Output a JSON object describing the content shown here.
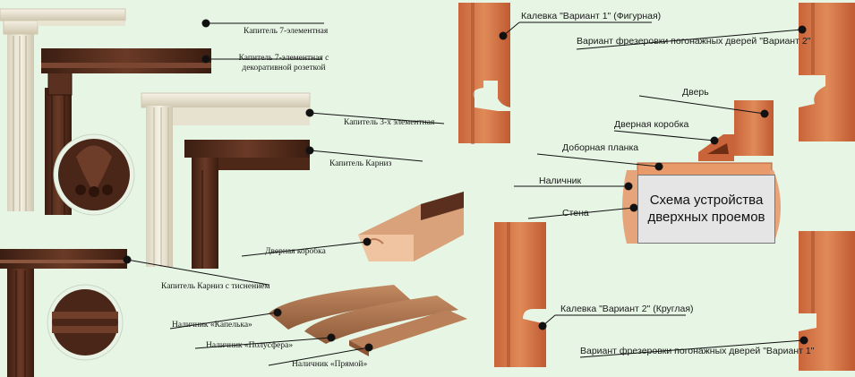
{
  "left_panel": {
    "labels": {
      "capital_7": "Капитель 7-элементная",
      "capital_7_rosette": "Капитель 7-элементная с декоративной розеткой",
      "capital_3": "Капитель 3-х элементная",
      "capital_cornice": "Капитель Карниз",
      "door_frame": "Дверная коробка",
      "capital_cornice_emboss": "Капитель Карниз с тиснением",
      "trim_drop": "Наличник «Капелька»",
      "trim_hemisphere": "Наличник «Полусфера»",
      "trim_straight": "Наличник «Прямой»"
    }
  },
  "right_panel": {
    "labels": {
      "bead_variant_1": "Калевка \"Вариант 1\" (Фигурная)",
      "milling_variant_2": "Вариант фрезеровки погонажных дверей \"Вариант 2\"",
      "door": "Дверь",
      "door_box": "Дверная коробка",
      "extension_board": "Доборная планка",
      "trim": "Наличник",
      "wall": "Стена",
      "bead_variant_2": "Калевка \"Вариант 2\" (Круглая)",
      "milling_variant_1": "Вариант фрезеровки погонажных дверей \"Вариант 1\""
    },
    "schema_title": "Схема устройства дверхных проемов"
  },
  "colors": {
    "background": "#e6f5e4",
    "wood_orange": "#d9784a",
    "wood_dark": "#4e2a1c",
    "cream": "#ece6d4",
    "connector": "#111111"
  }
}
